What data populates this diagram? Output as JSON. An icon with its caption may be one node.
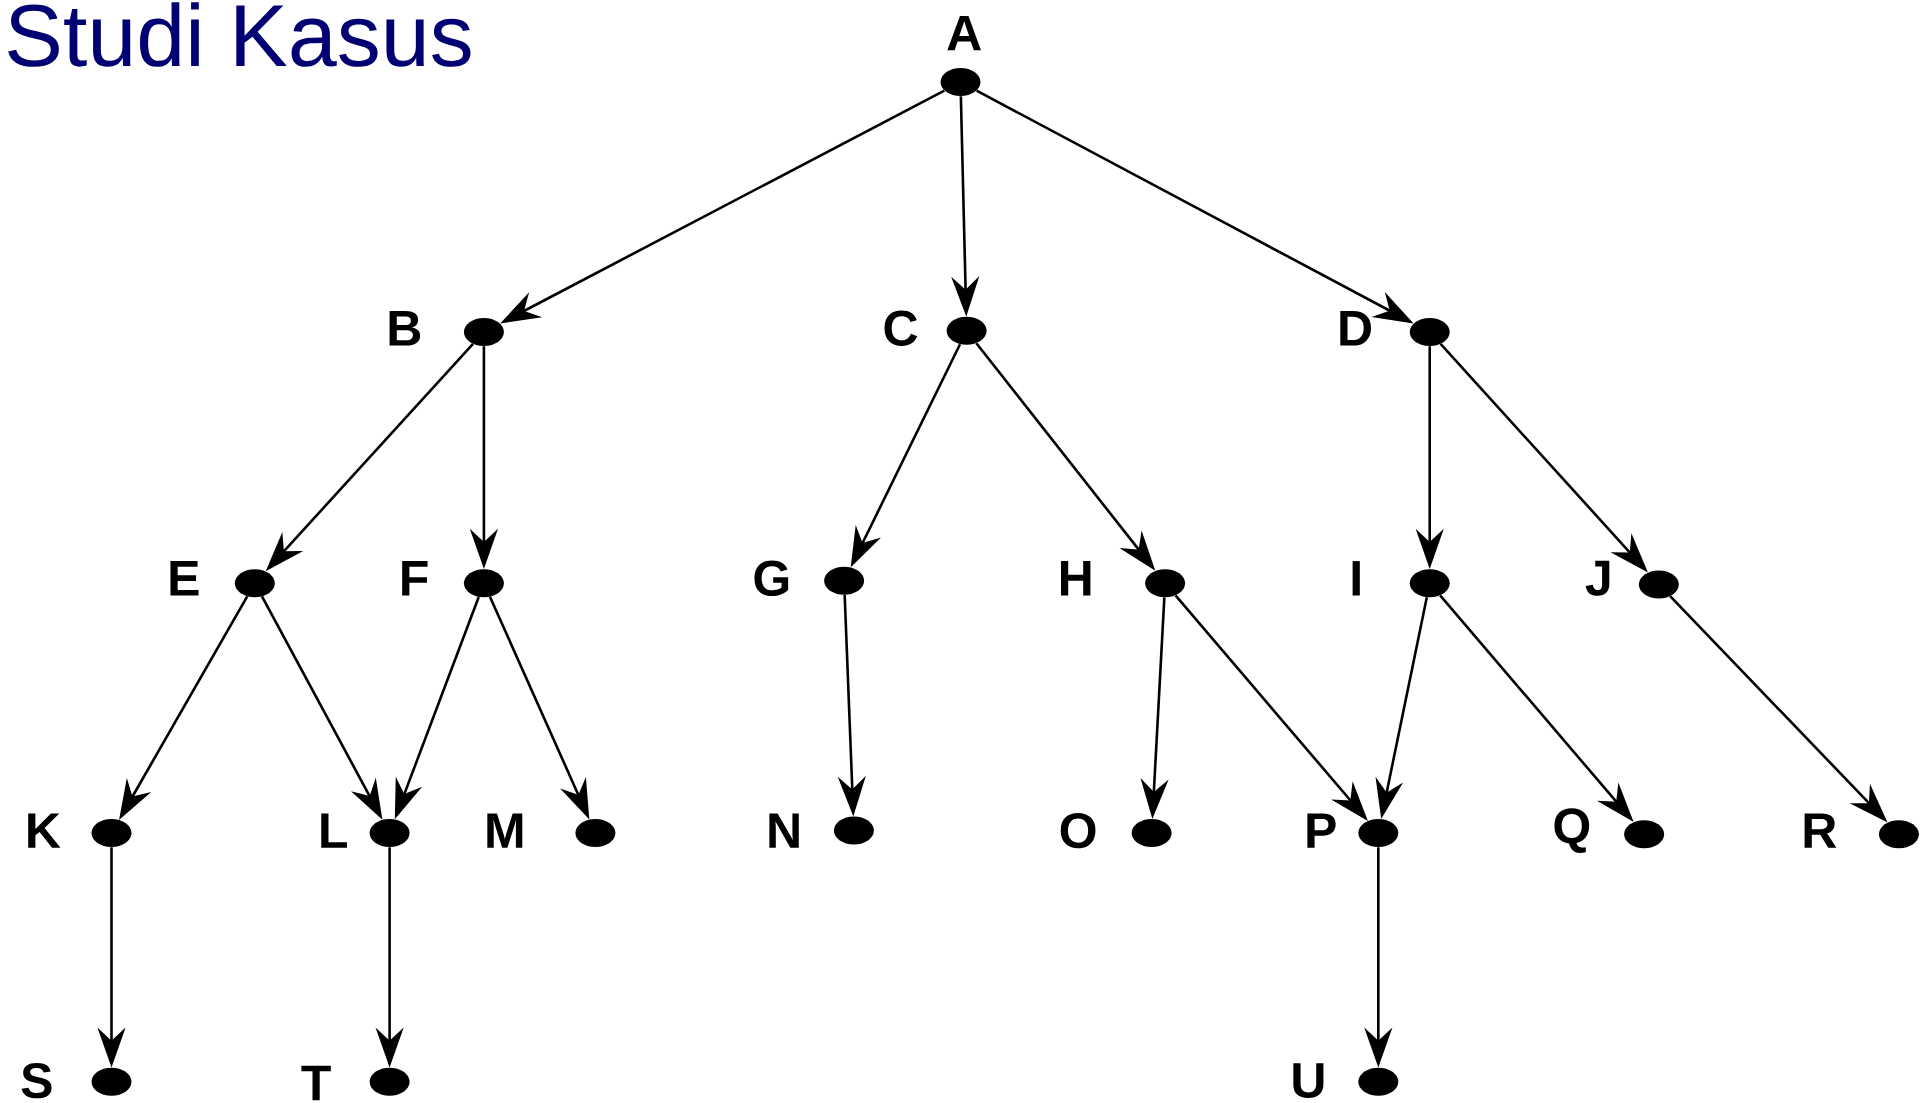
{
  "diagram": {
    "title": "Studi Kasus",
    "nodes": [
      {
        "text": [
          "A"
        ]
      },
      {
        "text": [
          "B"
        ]
      },
      {
        "text": [
          "C"
        ]
      },
      {
        "text": [
          "D"
        ]
      },
      {
        "text": [
          "E"
        ]
      },
      {
        "text": [
          "F"
        ]
      },
      {
        "text": [
          "G"
        ]
      },
      {
        "text": [
          "H"
        ]
      },
      {
        "text": [
          "I"
        ]
      },
      {
        "text": [
          "J"
        ]
      },
      {
        "text": [
          "K"
        ]
      },
      {
        "text": [
          "L"
        ]
      },
      {
        "text": [
          "M"
        ]
      },
      {
        "text": [
          "N"
        ]
      },
      {
        "text": [
          "O"
        ]
      },
      {
        "text": [
          "P"
        ]
      },
      {
        "text": [
          "Q"
        ]
      },
      {
        "text": [
          "R"
        ]
      },
      {
        "text": [
          "S"
        ]
      },
      {
        "text": [
          "T"
        ]
      },
      {
        "text": [
          "U"
        ]
      }
    ],
    "edges": [
      {
        "from": 0,
        "to": 1,
        "arrow": "to"
      },
      {
        "from": 0,
        "to": 2,
        "arrow": "to"
      },
      {
        "from": 0,
        "to": 3,
        "arrow": "to"
      },
      {
        "from": 1,
        "to": 4,
        "arrow": "to"
      },
      {
        "from": 1,
        "to": 5,
        "arrow": "to"
      },
      {
        "from": 2,
        "to": 6,
        "arrow": "to"
      },
      {
        "from": 2,
        "to": 7,
        "arrow": "to"
      },
      {
        "from": 3,
        "to": 8,
        "arrow": "to"
      },
      {
        "from": 3,
        "to": 9,
        "arrow": "to"
      },
      {
        "from": 4,
        "to": 10,
        "arrow": "to"
      },
      {
        "from": 4,
        "to": 11,
        "arrow": "to"
      },
      {
        "from": 5,
        "to": 11,
        "arrow": "to"
      },
      {
        "from": 5,
        "to": 12,
        "arrow": "to"
      },
      {
        "from": 6,
        "to": 13,
        "arrow": "to"
      },
      {
        "from": 7,
        "to": 14,
        "arrow": "to"
      },
      {
        "from": 7,
        "to": 15,
        "arrow": "to"
      },
      {
        "from": 8,
        "to": 15,
        "arrow": "to"
      },
      {
        "from": 8,
        "to": 16,
        "arrow": "to"
      },
      {
        "from": 9,
        "to": 17,
        "arrow": "to"
      },
      {
        "from": 10,
        "to": 18,
        "arrow": "to"
      },
      {
        "from": 11,
        "to": 19,
        "arrow": "to"
      },
      {
        "from": 15,
        "to": 20,
        "arrow": "to"
      }
    ]
  }
}
